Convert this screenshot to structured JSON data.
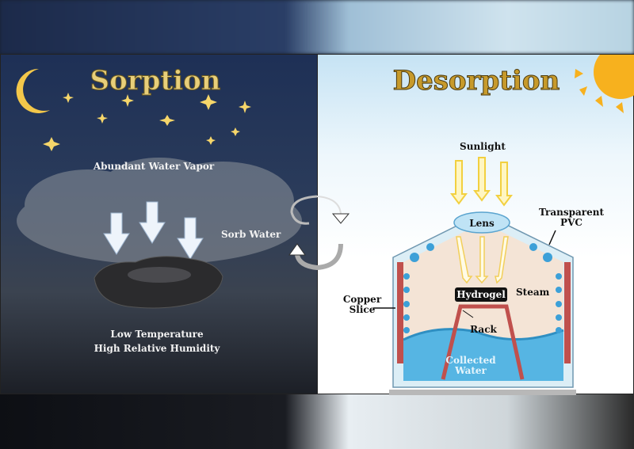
{
  "sorption": {
    "title": "Sorption",
    "vapor_label": "Abundant Water Vapor",
    "sorb_label": "Sorb Water",
    "condition_line1": "Low Temperature",
    "condition_line2": "High Relative Humidity"
  },
  "desorption": {
    "title": "Desorption",
    "sunlight_label": "Sunlight",
    "lens_label": "Lens",
    "pvc_line1": "Transparent",
    "pvc_line2": "PVC",
    "copper_line1": "Copper",
    "copper_line2": "Slice",
    "hydrogel_label": "Hydrogel",
    "steam_label": "Steam",
    "rack_label": "Rack",
    "water_line1": "Collected",
    "water_line2": "Water"
  },
  "colors": {
    "sorption_title": "#e8cf7a",
    "desorption_title": "#c79a2b",
    "copper": "#c0504d",
    "water": "#4fb3e0"
  }
}
